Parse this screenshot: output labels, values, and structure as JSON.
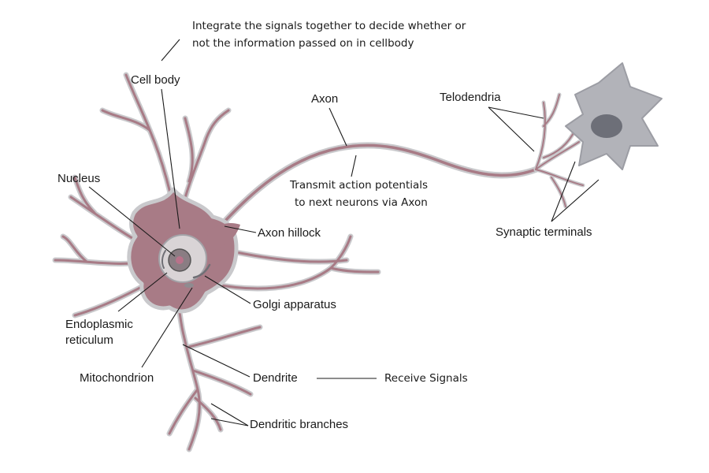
{
  "labels": {
    "cell_body": "Cell body",
    "axon": "Axon",
    "telodendria": "Telodendria",
    "nucleus": "Nucleus",
    "axon_hillock": "Axon hillock",
    "synaptic_terminals": "Synaptic terminals",
    "golgi": "Golgi apparatus",
    "er_line1": "Endoplasmic",
    "er_line2": "reticulum",
    "mitochondrion": "Mitochondrion",
    "dendrite": "Dendrite",
    "dendritic_branches": "Dendritic branches"
  },
  "notes": {
    "integrate_line1": "Integrate the signals together to decide whether or",
    "integrate_line2": "not the information passed on in cellbody",
    "transmit_line1": "Transmit action potentials",
    "transmit_line2": "to next neurons via Axon",
    "receive": "Receive Signals"
  },
  "colors": {
    "cytoplasm": "#a87b86",
    "membrane": "#c9c9cc",
    "target_cell": "#8e8f96",
    "nucleus": "#6d6f78"
  }
}
